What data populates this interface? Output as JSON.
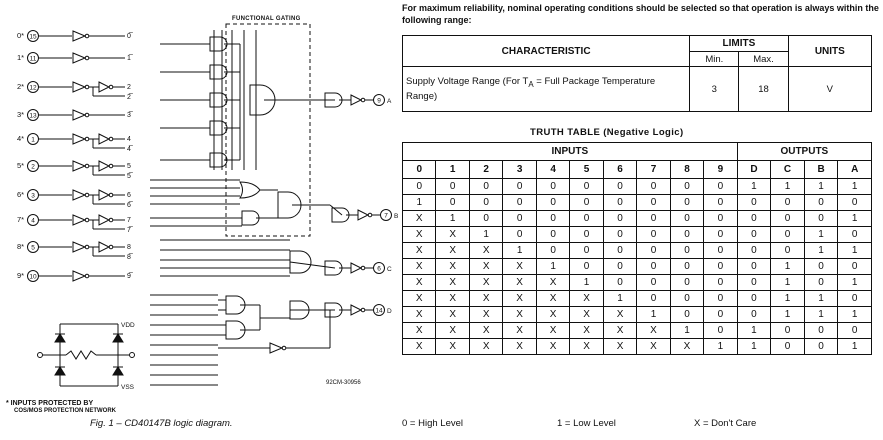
{
  "diagram": {
    "functional_gating_label": "FUNCTIONAL GATING",
    "code_label": "92CM-30956",
    "vdd_label": "VDD",
    "vss_label": "VSS",
    "protection_note_line1": "* INPUTS PROTECTED BY",
    "protection_note_line2": "COS/MOS PROTECTION NETWORK",
    "caption": "Fig. 1 – CD40147B logic diagram.",
    "inputs": [
      {
        "label": "0*",
        "pin": "15",
        "out": "0̅"
      },
      {
        "label": "1*",
        "pin": "11",
        "out": "1̅"
      },
      {
        "label": "2*",
        "pin": "12",
        "out": "2",
        "out2": "2̅"
      },
      {
        "label": "3*",
        "pin": "13",
        "out": "3̅"
      },
      {
        "label": "4*",
        "pin": "1",
        "out": "4",
        "out2": "4̅"
      },
      {
        "label": "5*",
        "pin": "2",
        "out": "5",
        "out2": "5̅"
      },
      {
        "label": "6*",
        "pin": "3",
        "out": "6",
        "out2": "6̅"
      },
      {
        "label": "7*",
        "pin": "4",
        "out": "7",
        "out2": "7̅"
      },
      {
        "label": "8*",
        "pin": "5",
        "out": "8",
        "out2": "8̅"
      },
      {
        "label": "9*",
        "pin": "10",
        "out": "9̅"
      }
    ],
    "outputs": [
      {
        "pin": "9",
        "name": "A"
      },
      {
        "pin": "7",
        "name": "B"
      },
      {
        "pin": "6",
        "name": "C"
      },
      {
        "pin": "14",
        "name": "D"
      }
    ]
  },
  "reliability_note": "For maximum reliability, nominal operating conditions should be selected so that operation is always within the following range:",
  "characteristics": {
    "header_characteristic": "CHARACTERISTIC",
    "header_limits": "LIMITS",
    "header_units": "UNITS",
    "header_min": "Min.",
    "header_max": "Max.",
    "row_desc_a": "Supply Voltage Range (For T",
    "row_desc_sub": "A",
    "row_desc_b": " = Full Package Temperature Range)",
    "min": "3",
    "max": "18",
    "unit": "V"
  },
  "truth_table": {
    "title": "TRUTH TABLE (Negative Logic)",
    "inputs_header": "INPUTS",
    "outputs_header": "OUTPUTS",
    "input_columns": [
      "0",
      "1",
      "2",
      "3",
      "4",
      "5",
      "6",
      "7",
      "8",
      "9"
    ],
    "output_columns": [
      "D",
      "C",
      "B",
      "A"
    ],
    "rows": [
      [
        "0",
        "0",
        "0",
        "0",
        "0",
        "0",
        "0",
        "0",
        "0",
        "0",
        "1",
        "1",
        "1",
        "1"
      ],
      [
        "1",
        "0",
        "0",
        "0",
        "0",
        "0",
        "0",
        "0",
        "0",
        "0",
        "0",
        "0",
        "0",
        "0"
      ],
      [
        "X",
        "1",
        "0",
        "0",
        "0",
        "0",
        "0",
        "0",
        "0",
        "0",
        "0",
        "0",
        "0",
        "1"
      ],
      [
        "X",
        "X",
        "1",
        "0",
        "0",
        "0",
        "0",
        "0",
        "0",
        "0",
        "0",
        "0",
        "1",
        "0"
      ],
      [
        "X",
        "X",
        "X",
        "1",
        "0",
        "0",
        "0",
        "0",
        "0",
        "0",
        "0",
        "0",
        "1",
        "1"
      ],
      [
        "X",
        "X",
        "X",
        "X",
        "1",
        "0",
        "0",
        "0",
        "0",
        "0",
        "0",
        "1",
        "0",
        "0"
      ],
      [
        "X",
        "X",
        "X",
        "X",
        "X",
        "1",
        "0",
        "0",
        "0",
        "0",
        "0",
        "1",
        "0",
        "1"
      ],
      [
        "X",
        "X",
        "X",
        "X",
        "X",
        "X",
        "1",
        "0",
        "0",
        "0",
        "0",
        "1",
        "1",
        "0"
      ],
      [
        "X",
        "X",
        "X",
        "X",
        "X",
        "X",
        "X",
        "1",
        "0",
        "0",
        "0",
        "1",
        "1",
        "1"
      ],
      [
        "X",
        "X",
        "X",
        "X",
        "X",
        "X",
        "X",
        "X",
        "1",
        "0",
        "1",
        "0",
        "0",
        "0"
      ],
      [
        "X",
        "X",
        "X",
        "X",
        "X",
        "X",
        "X",
        "X",
        "X",
        "1",
        "1",
        "0",
        "0",
        "1"
      ]
    ]
  },
  "legend": {
    "zero": "0 = High Level",
    "one": "1 = Low Level",
    "x": "X = Don't Care"
  }
}
